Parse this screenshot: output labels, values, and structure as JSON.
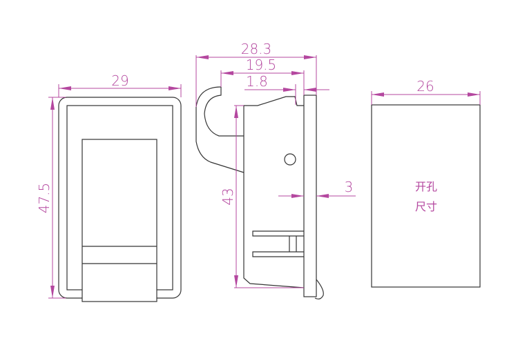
{
  "colors": {
    "dimension": "#b4479f",
    "outline": "#333333"
  },
  "front_view": {
    "width_label": "29",
    "height_label": "47.5"
  },
  "side_view": {
    "overall_depth_label": "28.3",
    "body_depth_label": "19.5",
    "lip_label": "1.8",
    "height_label": "43",
    "plate_thickness_label": "3"
  },
  "cutout_view": {
    "width_label": "26",
    "note_line1": "开孔",
    "note_line2": "尺寸"
  }
}
